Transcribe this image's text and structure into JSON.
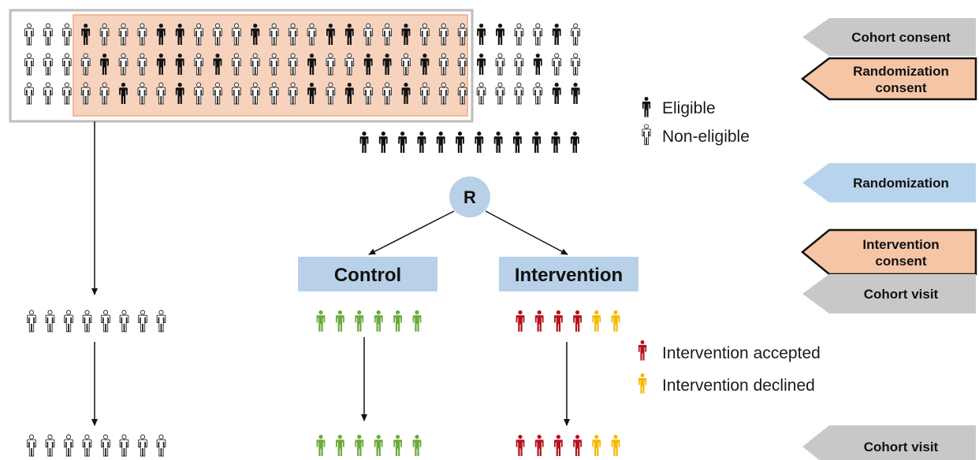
{
  "colors": {
    "eligible": "#111111",
    "non_eligible_stroke": "#222222",
    "non_eligible_fill": "#ffffff",
    "control": "#6aaa3c",
    "accepted": "#b5121b",
    "declined": "#f5b800",
    "cohort_frame": "#bdbdbd",
    "consent_region": "#f7d3bd",
    "group_box": "#b8d0e8",
    "r_circle": "#b8d0e8",
    "arrow_gray": "#c8c8c8",
    "arrow_orange": "#f5c5a6",
    "arrow_blue": "#b8d4ec"
  },
  "population": {
    "rows": [
      "NNNENNNEENNNENNNEENNENNNEENNEN",
      "NNNNENNEENENNNNENNEENENNENNENN",
      "NNNNNENNENNNNNNENENNENNNNNNNEE"
    ]
  },
  "randomized_people_count": 12,
  "randomization_node": {
    "label": "R"
  },
  "groups": {
    "control": {
      "label": "Control"
    },
    "intervention": {
      "label": "Intervention"
    }
  },
  "cohort_visit_people": {
    "non_randomized_count": 8,
    "control_count": 6,
    "intervention_pattern": [
      "accepted",
      "accepted",
      "accepted",
      "accepted",
      "declined",
      "declined"
    ]
  },
  "legend_top": {
    "eligible": "Eligible",
    "non_eligible": "Non-eligible"
  },
  "legend_intervention": {
    "accepted": "Intervention accepted",
    "declined": "Intervention declined"
  },
  "timeline": [
    {
      "id": "cohort-consent",
      "label": "Cohort consent",
      "style": "gray"
    },
    {
      "id": "randomization-consent",
      "label": "Randomization consent",
      "style": "orange"
    },
    {
      "id": "randomization",
      "label": "Randomization",
      "style": "blue"
    },
    {
      "id": "intervention-consent",
      "label": "Intervention consent",
      "style": "orange"
    },
    {
      "id": "cohort-visit-1",
      "label": "Cohort visit",
      "style": "gray"
    },
    {
      "id": "cohort-visit-2",
      "label": "Cohort visit",
      "style": "gray"
    }
  ]
}
